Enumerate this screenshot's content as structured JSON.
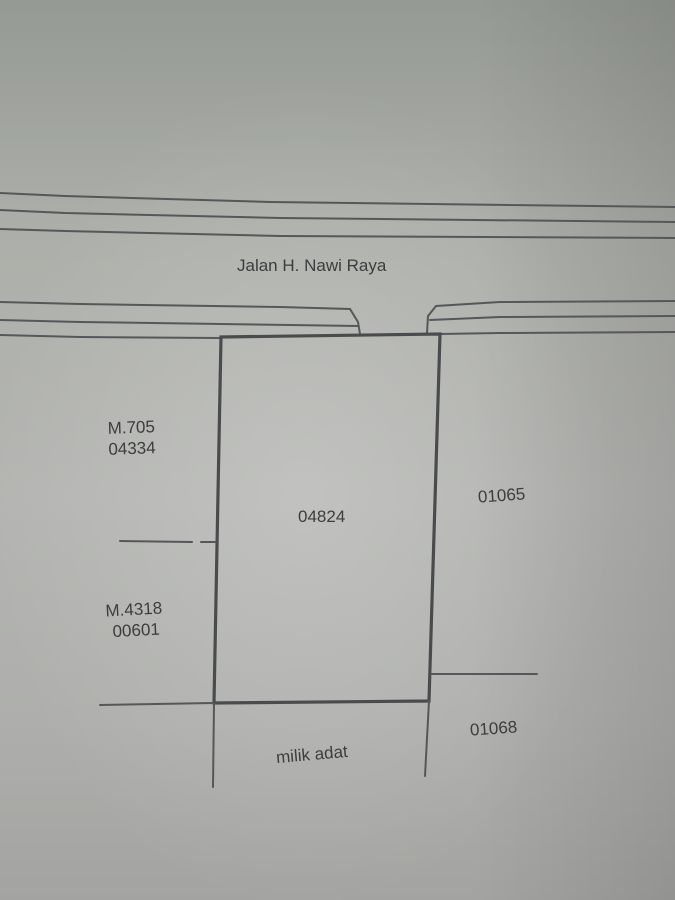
{
  "map": {
    "road": {
      "name": "Jalan H. Nawi Raya"
    },
    "subject_parcel": {
      "id": "04824"
    },
    "neighbors": {
      "west_north": {
        "line1": "M.705",
        "line2": "04334"
      },
      "west_south": {
        "line1": "M.4318",
        "line2": "00601"
      },
      "east_north": {
        "id": "01065"
      },
      "east_south": {
        "id": "01068"
      },
      "south": {
        "label": "milik adat"
      }
    }
  },
  "colors": {
    "paper": "#aeb0ab",
    "line": "#4a4b4d",
    "text": "#3c3d3e"
  }
}
